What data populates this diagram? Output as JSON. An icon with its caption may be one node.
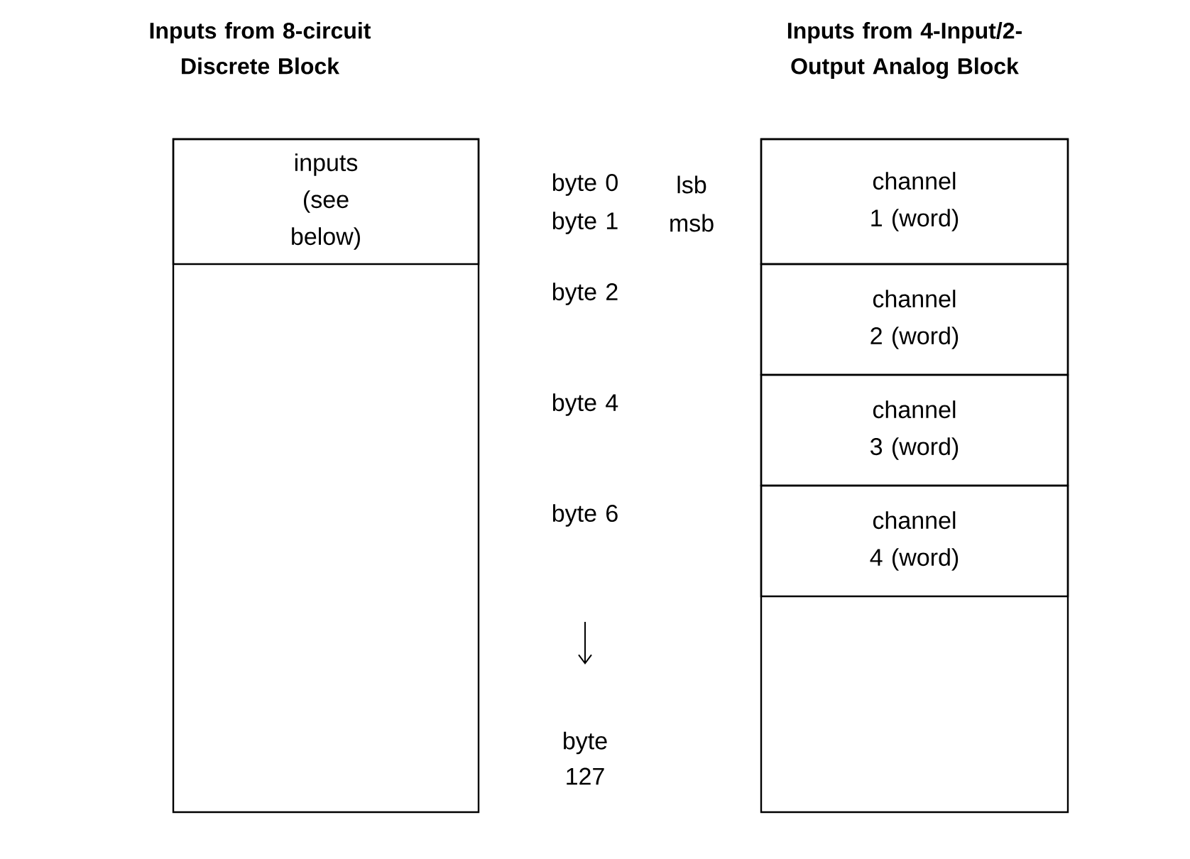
{
  "diagram": {
    "nodes": [
      {
        "text": [
          "Inputs from 8-circuit Discrete Block"
        ]
      },
      {
        "text": [
          "inputs (see below)"
        ],
        "in": 0
      },
      {
        "text": [
          "Inputs from 4-Input/2-Output Analog Block"
        ]
      },
      {
        "text": [
          "channel 1 (word)"
        ],
        "in": 2
      },
      {
        "text": [
          "channel 2 (word)"
        ],
        "in": 2
      },
      {
        "text": [
          "channel 3 (word)"
        ],
        "in": 2
      },
      {
        "text": [
          "channel 4 (word)"
        ],
        "in": 2
      }
    ],
    "labels": [
      "byte 0",
      "lsb",
      "byte 1",
      "msb",
      "byte 2",
      "byte 4",
      "byte 6",
      "byte 127"
    ]
  }
}
